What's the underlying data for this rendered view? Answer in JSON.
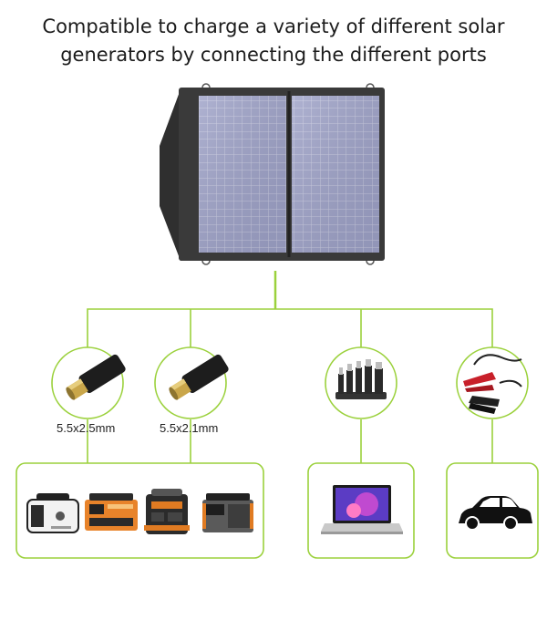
{
  "headline": {
    "line1": "Compatible to charge a variety of different solar",
    "line2": "generators by connecting the different ports"
  },
  "ports": [
    {
      "label": "5.5x2.5mm",
      "icon": "dc-plug-icon"
    },
    {
      "label": "5.5x2.1mm",
      "icon": "dc-plug-icon"
    },
    {
      "label": "",
      "icon": "adapter-tips-icon"
    },
    {
      "label": "",
      "icon": "alligator-clips-icon"
    }
  ],
  "devices": [
    {
      "group": "solar-generators",
      "icons": [
        "power-station-icon",
        "power-station-icon",
        "power-station-icon",
        "power-station-icon"
      ]
    },
    {
      "group": "laptop",
      "icons": [
        "laptop-icon"
      ]
    },
    {
      "group": "car",
      "icons": [
        "car-icon"
      ]
    }
  ],
  "colors": {
    "accent_line": "#9bd13c",
    "panel_frame": "#3b3b3b",
    "panel_cells": "#9a9ec4"
  }
}
